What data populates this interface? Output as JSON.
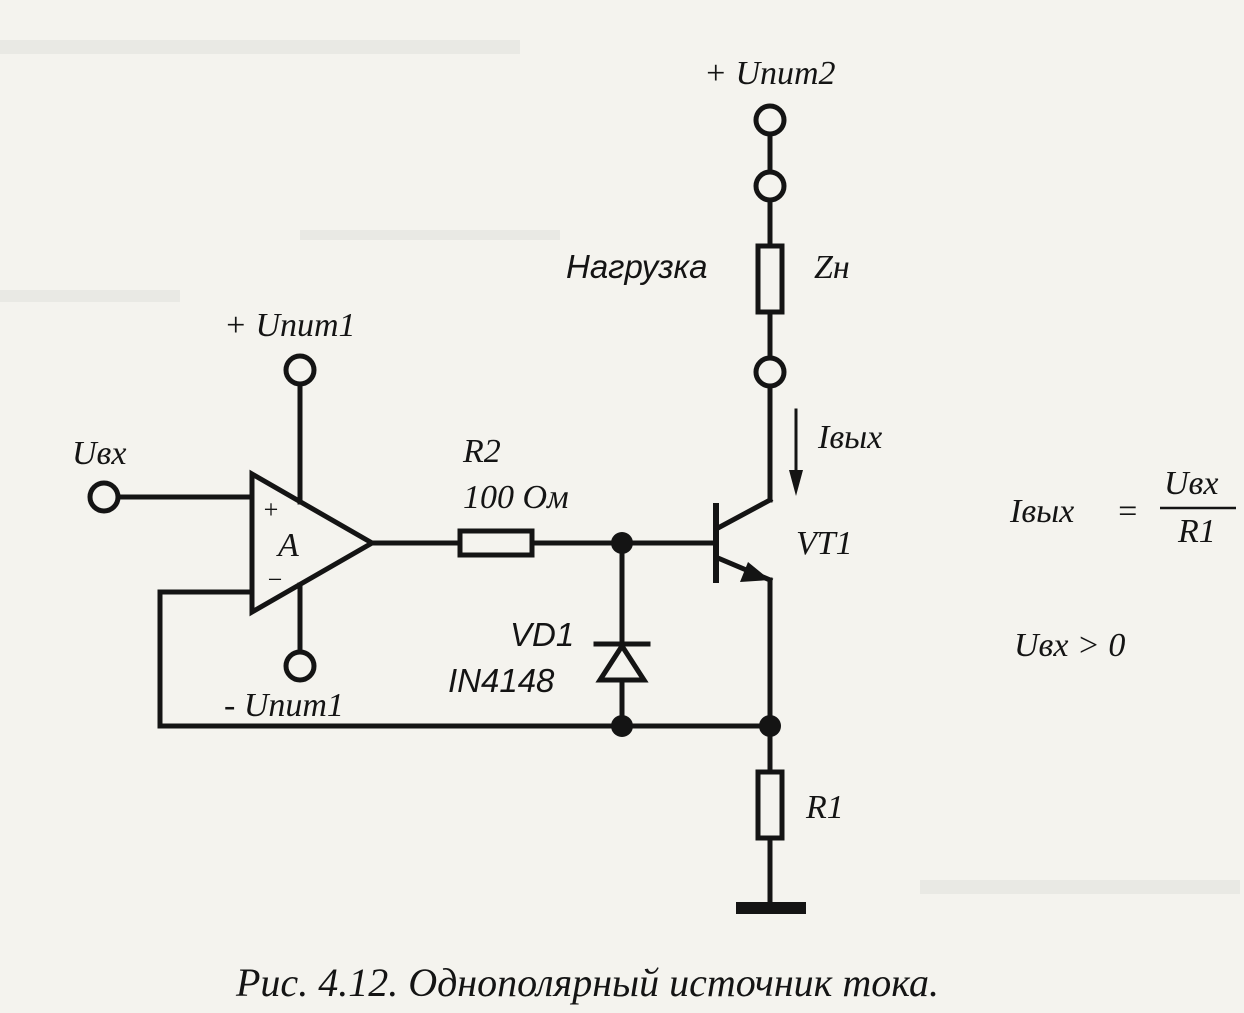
{
  "labels": {
    "supply2": "+ Uпит2",
    "load": "Нагрузка",
    "load_name": "Zн",
    "supply1_pos": "+ Uпит1",
    "supply1_neg": "- Uпит1",
    "input": "Uвх",
    "r2_name": "R2",
    "r2_value": "100 Ом",
    "opamp_name": "A",
    "opamp_plus": "+",
    "opamp_minus": "−",
    "iout": "Iвых",
    "transistor": "VT1",
    "diode_name": "VD1",
    "diode_part": "IN4148",
    "r1_name": "R1"
  },
  "formula": {
    "lhs": "Iвых",
    "eq": "=",
    "numerator": "Uвх",
    "denominator": "R1",
    "condition": "Uвх > 0"
  },
  "caption": "Рис. 4.12. Однополярный источник тока."
}
